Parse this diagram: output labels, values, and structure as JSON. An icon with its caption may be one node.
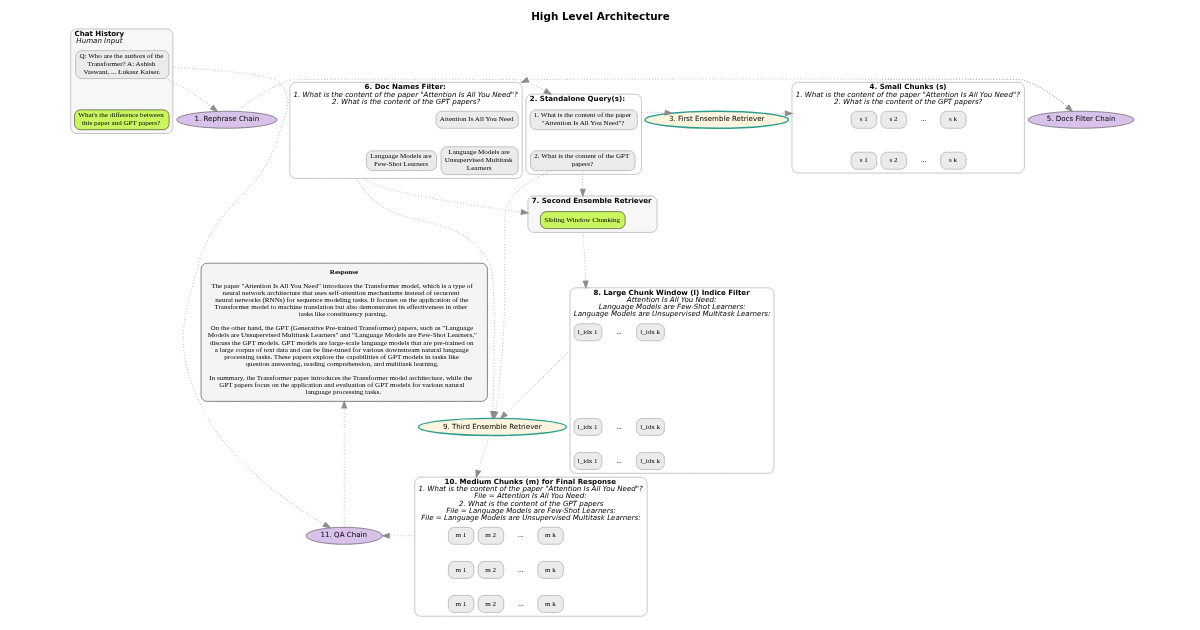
{
  "diagram": {
    "title": "High Level Architecture",
    "nodes": [
      {
        "text": [
          "Chat History",
          "Human Input"
        ]
      },
      {
        "text": [
          "Q: Who are the authors of the Transformer? A: Ashish Vaswani, ... Łukasz Kaiser."
        ],
        "in": 0
      },
      {
        "text": [
          "What's the difference between this paper and GPT papers?"
        ],
        "in": 0
      },
      {
        "text": [
          "1. Rephrase Chain"
        ]
      },
      {
        "text": [
          "2. Standalone Query(s):"
        ]
      },
      {
        "text": [
          "1. What is the content of the paper \"Attention Is All You Need\"?"
        ],
        "in": 4
      },
      {
        "text": [
          "2. What is the content of the GPT papers?"
        ],
        "in": 4
      },
      {
        "text": [
          "3. First Ensemble Retriever"
        ]
      },
      {
        "text": [
          "4. Small Chunks (s)",
          "1. What is the content of the paper \"Attention Is All You Need\"?",
          "2. What is the content of the GPT papers?"
        ]
      },
      {
        "text": [
          "s 1"
        ],
        "in": 8
      },
      {
        "text": [
          "s 2"
        ],
        "in": 8
      },
      {
        "text": [
          "s k"
        ],
        "in": 8
      },
      {
        "text": [
          "s 1"
        ],
        "in": 8
      },
      {
        "text": [
          "s 2"
        ],
        "in": 8
      },
      {
        "text": [
          "s k"
        ],
        "in": 8
      },
      {
        "text": [
          "5. Docs Filter Chain"
        ]
      },
      {
        "text": [
          "6. Doc Names Filter:",
          "1. What is the content of the paper \"Attention Is All You Need\"?",
          "2. What is the content of the GPT papers?"
        ]
      },
      {
        "text": [
          "Attention Is All You Need"
        ],
        "in": 16
      },
      {
        "text": [
          "Language Models are Few-Shot Learners"
        ],
        "in": 16
      },
      {
        "text": [
          "Language Models are Unsupervised Multitask Learners"
        ],
        "in": 16
      },
      {
        "text": [
          "7. Second Ensemble Retriever"
        ]
      },
      {
        "text": [
          "Sliding Window Chunking"
        ],
        "in": 20
      },
      {
        "text": [
          "8. Large Chunk Window (l) Indice Filter",
          "Attention Is All You Need:",
          "Language Models are Few-Shot Learners:",
          "Language Models are Unsupervised Multitask Learners:"
        ]
      },
      {
        "text": [
          "l_idx 1"
        ],
        "in": 22
      },
      {
        "text": [
          "l_idx k"
        ],
        "in": 22
      },
      {
        "text": [
          "l_idx 1"
        ],
        "in": 22
      },
      {
        "text": [
          "l_idx k"
        ],
        "in": 22
      },
      {
        "text": [
          "l_idx 1"
        ],
        "in": 22
      },
      {
        "text": [
          "l_idx k"
        ],
        "in": 22
      },
      {
        "text": [
          "9. Third Ensemble Retriever"
        ]
      },
      {
        "text": [
          "10. Medium Chunks (m) for Final Response",
          "1. What is the content of the paper \"Attention Is All You Need\"?",
          "File = Attention Is All You Need:",
          "2. What is the content of the GPT papers",
          "File = Language Models are Few-Shot Learners:",
          "File = Language Models are Unsupervised Multitask Learners:"
        ]
      },
      {
        "text": [
          "m 1"
        ],
        "in": 30
      },
      {
        "text": [
          "m 2"
        ],
        "in": 30
      },
      {
        "text": [
          "m k"
        ],
        "in": 30
      },
      {
        "text": [
          "m 1"
        ],
        "in": 30
      },
      {
        "text": [
          "m 2"
        ],
        "in": 30
      },
      {
        "text": [
          "m k"
        ],
        "in": 30
      },
      {
        "text": [
          "m 1"
        ],
        "in": 30
      },
      {
        "text": [
          "m 2"
        ],
        "in": 30
      },
      {
        "text": [
          "m k"
        ],
        "in": 30
      },
      {
        "text": [
          "11. QA Chain"
        ]
      },
      {
        "text": [
          "Response",
          "The paper \"Attention Is All You Need\" introduces the Transformer model, which is a type of neural network architecture that uses self-attention mechanisms instead of recurrent neural networks (RNNs) for sequence modeling tasks. It focuses on the application of the Transformer model to machine translation but also demonstrates its effectiveness in other tasks like constituency parsing.",
          "On the other hand, the GPT (Generative Pre-trained Transformer) papers, such as \"Language Models are Unsupervised Multitask Learners\" and \"Language Models are Few-Shot Learners,\" discuss the GPT models. GPT models are large-scale language models that are pre-trained on a large corpus of text data and can be fine-tuned for various downstream natural language processing tasks. These papers explore the capabilities of GPT models in tasks like question answering, reading comprehension, and multitask learning.",
          "In summary, the Transformer paper introduces the Transformer model architecture, while the GPT papers focus on the application and evaluation of GPT models for various natural language processing tasks."
        ]
      }
    ],
    "edges": [
      {
        "from": 1,
        "to": 3,
        "arrow": "to"
      },
      {
        "from": 0,
        "to": 40,
        "arrow": "to"
      },
      {
        "from": 3,
        "to": 4,
        "arrow": "to"
      },
      {
        "from": 4,
        "to": 7,
        "arrow": "to"
      },
      {
        "from": 7,
        "to": 8,
        "arrow": "to"
      },
      {
        "from": 8,
        "to": 15,
        "arrow": "to"
      },
      {
        "from": 15,
        "to": 16,
        "arrow": "to"
      },
      {
        "from": 6,
        "to": 20,
        "arrow": "to"
      },
      {
        "from": 16,
        "to": 20,
        "arrow": "to"
      },
      {
        "from": 20,
        "to": 22,
        "arrow": "to"
      },
      {
        "from": 6,
        "to": 29,
        "arrow": "to"
      },
      {
        "from": 16,
        "to": 29,
        "arrow": "to"
      },
      {
        "from": 22,
        "to": 29,
        "arrow": "to"
      },
      {
        "from": 29,
        "to": 30,
        "arrow": "to"
      },
      {
        "from": 30,
        "to": 40,
        "arrow": "to"
      },
      {
        "from": 40,
        "to": 41,
        "arrow": "to"
      }
    ],
    "labels": [
      "...",
      "...",
      "...",
      "...",
      "...",
      "...",
      "...",
      "..."
    ]
  }
}
